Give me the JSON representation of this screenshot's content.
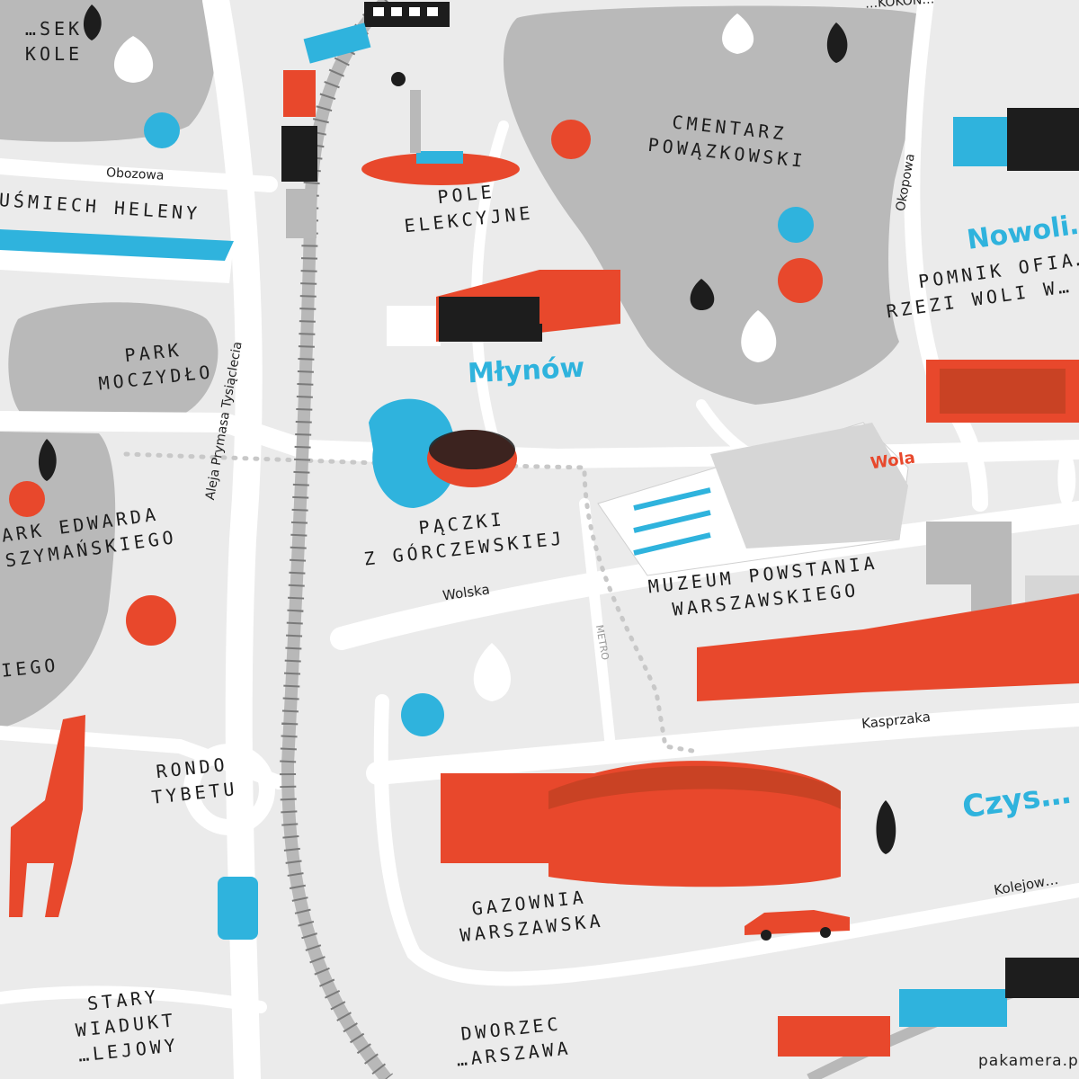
{
  "colors": {
    "red": "#e8482c",
    "blue": "#2fb3dd",
    "black": "#1d1d1d",
    "park": "#b9b9b9",
    "road": "#ffffff",
    "ground": "#ebebeb"
  },
  "labels": {
    "kosek_kole": [
      "…SEK",
      "KOLE"
    ],
    "usmiech_heleny": "UŚMIECH HELENY",
    "park_moczydlo": [
      "PARK",
      "MOCZYDŁO"
    ],
    "park_edwarda": [
      "ARK EDWARDA",
      "SZYMAŃSKIEGO"
    ],
    "iego": "IEGO",
    "rondo_tybetu": [
      "RONDO",
      "TYBETU"
    ],
    "stary_wiadukt": [
      "STARY",
      "WIADUKT",
      "…LEJOWY"
    ],
    "pole_elekcyjne": [
      "POLE",
      "ELEKCYJNE"
    ],
    "paczki": [
      "PĄCZKI",
      "Z GÓRCZEWSKIEJ"
    ],
    "cmentarz": [
      "CMENTARZ",
      "POWĄZKOWSKI"
    ],
    "pomnik": [
      "POMNIK OFIA…",
      "RZEZI WOLI W…"
    ],
    "muzeum": [
      "MUZEUM POWSTANIA",
      "WARSZAWSKIEGO"
    ],
    "gazownia": [
      "GAZOWNIA",
      "WARSZAWSKA"
    ],
    "dworzec": [
      "DWORZEC",
      "…ARSZAWA"
    ]
  },
  "districts": {
    "mlynow": "Młynów",
    "nowolipki": "Nowoli…",
    "czyste": "Czys…",
    "wola": "Wola"
  },
  "streets": {
    "obozowa": "Obozowa",
    "aleja": "Aleja Prymasa Tysiąclecia",
    "wolska": "Wolska",
    "kasprzaka": "Kasprzaka",
    "kolejowa": "Kolejow…",
    "okopowa": "Okopowa",
    "metro": "METRO",
    "kokon": "…KOKON…"
  },
  "watermark": "pakamera.pl"
}
